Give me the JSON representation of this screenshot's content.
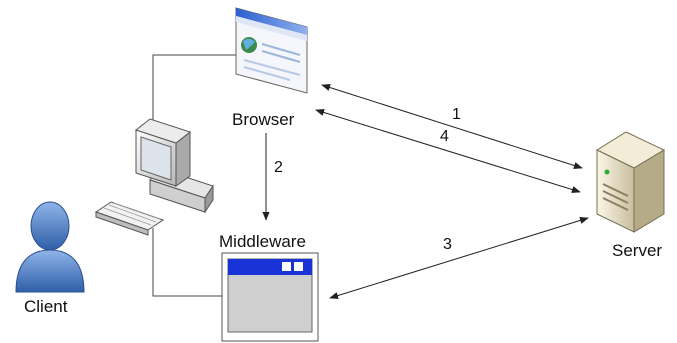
{
  "nodes": {
    "browser": {
      "label": "Browser",
      "icon": "browser-window-icon"
    },
    "server": {
      "label": "Server",
      "icon": "server-tower-icon"
    },
    "middleware": {
      "label": "Middleware",
      "icon": "application-window-icon"
    },
    "client": {
      "label": "Client",
      "icon": "user-icon"
    },
    "computer": {
      "icon": "desktop-computer-icon"
    }
  },
  "edges": [
    {
      "label": "1",
      "from": "browser",
      "to": "server",
      "direction": "bidirectional"
    },
    {
      "label": "4",
      "from": "browser",
      "to": "server",
      "direction": "bidirectional"
    },
    {
      "label": "2",
      "from": "browser",
      "to": "middleware",
      "direction": "forward"
    },
    {
      "label": "3",
      "from": "middleware",
      "to": "server",
      "direction": "bidirectional"
    }
  ],
  "colors": {
    "line": "#333333",
    "user_blue": "#4f7fc4",
    "window_title": "#1a33d6",
    "window_body": "#cfcfcf",
    "server_body": "#e8e0c8"
  }
}
